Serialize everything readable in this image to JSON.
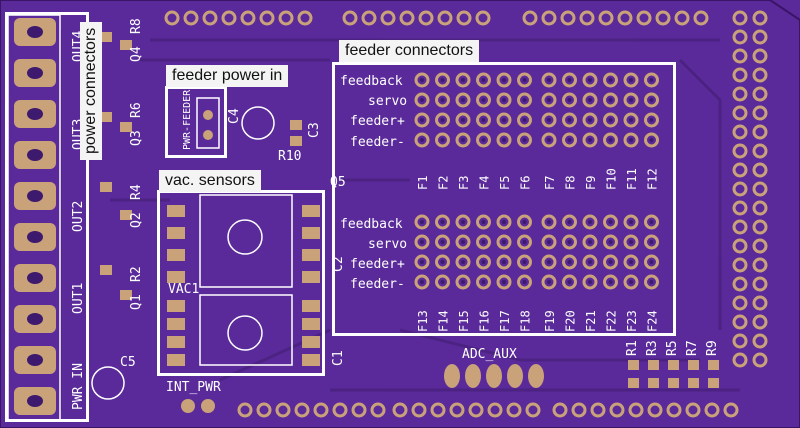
{
  "callouts": {
    "power_connectors": "power connectors",
    "feeder_power_in": "feeder power in",
    "vac_sensors": "vac. sensors",
    "feeder_connectors": "feeder connectors"
  },
  "silkscreen": {
    "outputs": [
      "OUT4",
      "OUT3",
      "OUT2",
      "OUT1"
    ],
    "pwr_in": "PWR IN",
    "pwr_feeder": "PWR-FEEDER",
    "transistors": [
      "Q4",
      "Q3",
      "Q2",
      "Q1",
      "Q5"
    ],
    "resistors_left": [
      "R8",
      "R6",
      "R4",
      "R2"
    ],
    "r10": "R10",
    "caps": [
      "C4",
      "C3",
      "C5",
      "C2",
      "C1"
    ],
    "vac1": "VAC1",
    "int_pwr": "INT_PWR",
    "adc_aux": "ADC_AUX",
    "resistors_right": [
      "R1",
      "R3",
      "R5",
      "R7",
      "R9"
    ],
    "row_labels": [
      "feedback",
      "servo",
      "feeder+",
      "feeder-"
    ],
    "feeders_top": [
      "F1",
      "F2",
      "F3",
      "F4",
      "F5",
      "F6",
      "F7",
      "F8",
      "F9",
      "F10",
      "F11",
      "F12"
    ],
    "feeders_bottom": [
      "F13",
      "F14",
      "F15",
      "F16",
      "F17",
      "F18",
      "F19",
      "F20",
      "F21",
      "F22",
      "F23",
      "F24"
    ]
  },
  "colors": {
    "board": "#5a2a9a",
    "pad": "#c9a27a",
    "silk": "#ffffff"
  }
}
